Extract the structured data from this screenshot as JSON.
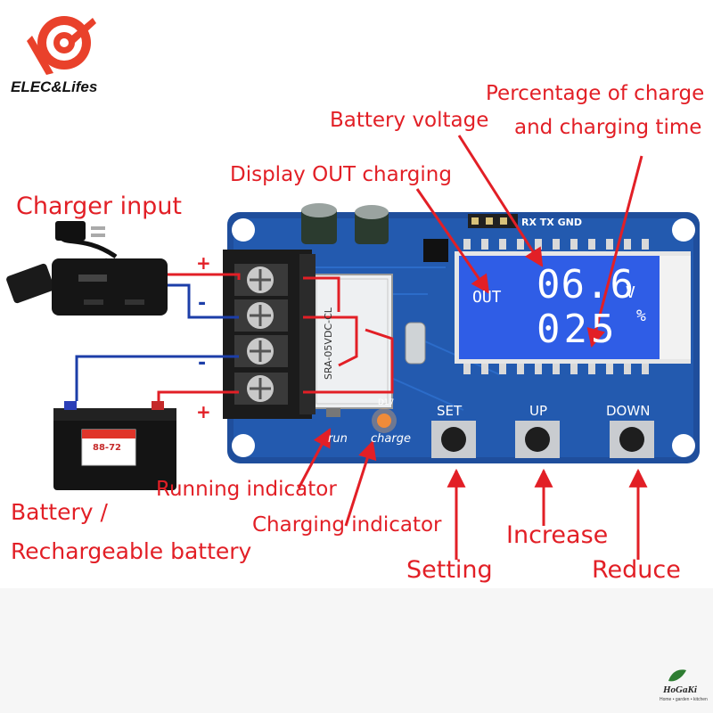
{
  "brand": {
    "name": "ELEC&Lifes"
  },
  "watermark": {
    "name": "HoGaKi",
    "tagline": "Home • garden • kitchen"
  },
  "labels": {
    "charger_input": "Charger input",
    "display_out_charging": "Display OUT charging",
    "battery_voltage": "Battery voltage",
    "percentage_line1": "Percentage of charge",
    "percentage_line2": "and charging time",
    "running_indicator": "Running indicator",
    "charging_indicator": "Charging indicator",
    "battery_line1": "Battery /",
    "battery_line2": "Rechargeable battery",
    "setting": "Setting",
    "increase": "Increase",
    "reduce": "Reduce"
  },
  "polarity": {
    "plus": "+",
    "minus": "-"
  },
  "board": {
    "header": "RX TX GND",
    "relay": "SRA-05VDC-CL",
    "led_run": "run",
    "led_charge": "charge",
    "led_ref": "D17",
    "buttons": {
      "set": "SET",
      "up": "UP",
      "down": "DOWN"
    }
  },
  "lcd": {
    "mode": "OUT",
    "voltage": "06.6",
    "voltage_unit": "V",
    "percent": "025",
    "percent_unit": "%"
  },
  "battery_sticker": "88-72",
  "colors": {
    "callout_red": "#e21f26",
    "board_blue": "#1f4e9c",
    "lcd_blue": "#2f5de6",
    "wire_blue": "#1c3ea8"
  }
}
